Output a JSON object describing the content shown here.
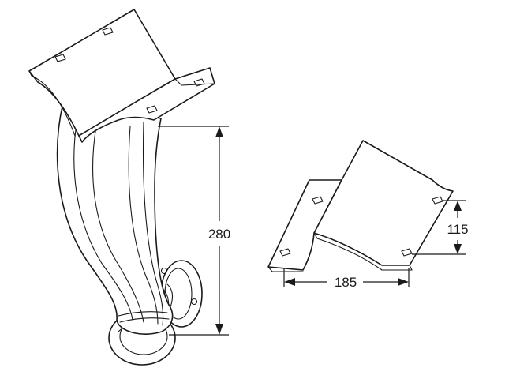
{
  "dimensions": {
    "leg_height": "280",
    "plate_width": "185",
    "plate_offset": "115"
  }
}
